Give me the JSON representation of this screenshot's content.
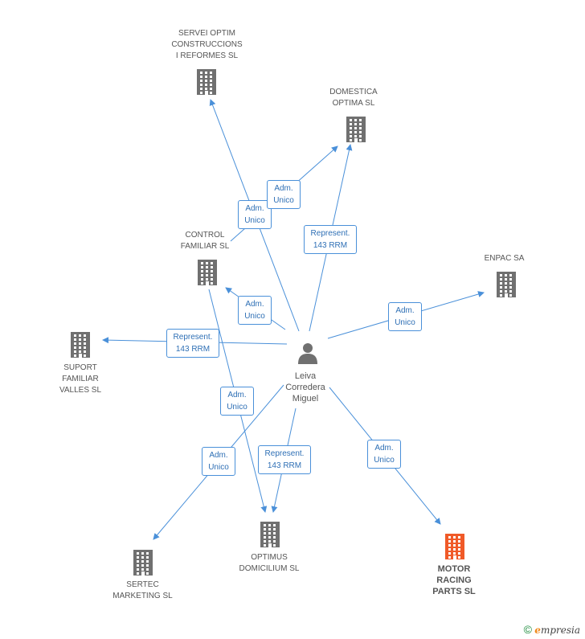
{
  "center": {
    "label": "Leiva\nCorredera\nMiguel"
  },
  "companies": [
    {
      "id": "servei",
      "label": "SERVEI OPTIM\nCONSTRUCCIONS\nI REFORMES  SL",
      "highlight": false
    },
    {
      "id": "domestica",
      "label": "DOMESTICA\nOPTIMA SL",
      "highlight": false
    },
    {
      "id": "control",
      "label": "CONTROL\nFAMILIAR SL",
      "highlight": false
    },
    {
      "id": "enpac",
      "label": "ENPAC SA",
      "highlight": false
    },
    {
      "id": "suport",
      "label": "SUPORT\nFAMILIAR\nVALLES SL",
      "highlight": false
    },
    {
      "id": "optimus",
      "label": "OPTIMUS\nDOMICILIUM  SL",
      "highlight": false
    },
    {
      "id": "sertec",
      "label": "SERTEC\nMARKETING  SL",
      "highlight": false
    },
    {
      "id": "motor",
      "label": "MOTOR\nRACING\nPARTS SL",
      "highlight": true
    }
  ],
  "edges": [
    {
      "label": "Adm.\nUnico"
    },
    {
      "label": "Adm.\nUnico"
    },
    {
      "label": "Represent.\n143 RRM"
    },
    {
      "label": "Adm.\nUnico"
    },
    {
      "label": "Adm.\nUnico"
    },
    {
      "label": "Represent.\n143 RRM"
    },
    {
      "label": "Adm.\nUnico"
    },
    {
      "label": "Adm.\nUnico"
    },
    {
      "label": "Represent.\n143 RRM"
    },
    {
      "label": "Adm.\nUnico"
    }
  ],
  "colors": {
    "edge": "#4a90d9",
    "building": "#707070",
    "highlight": "#f05a28"
  },
  "footer": {
    "copyright_symbol": "©",
    "brand_first": "e",
    "brand_rest": "mpresia"
  }
}
